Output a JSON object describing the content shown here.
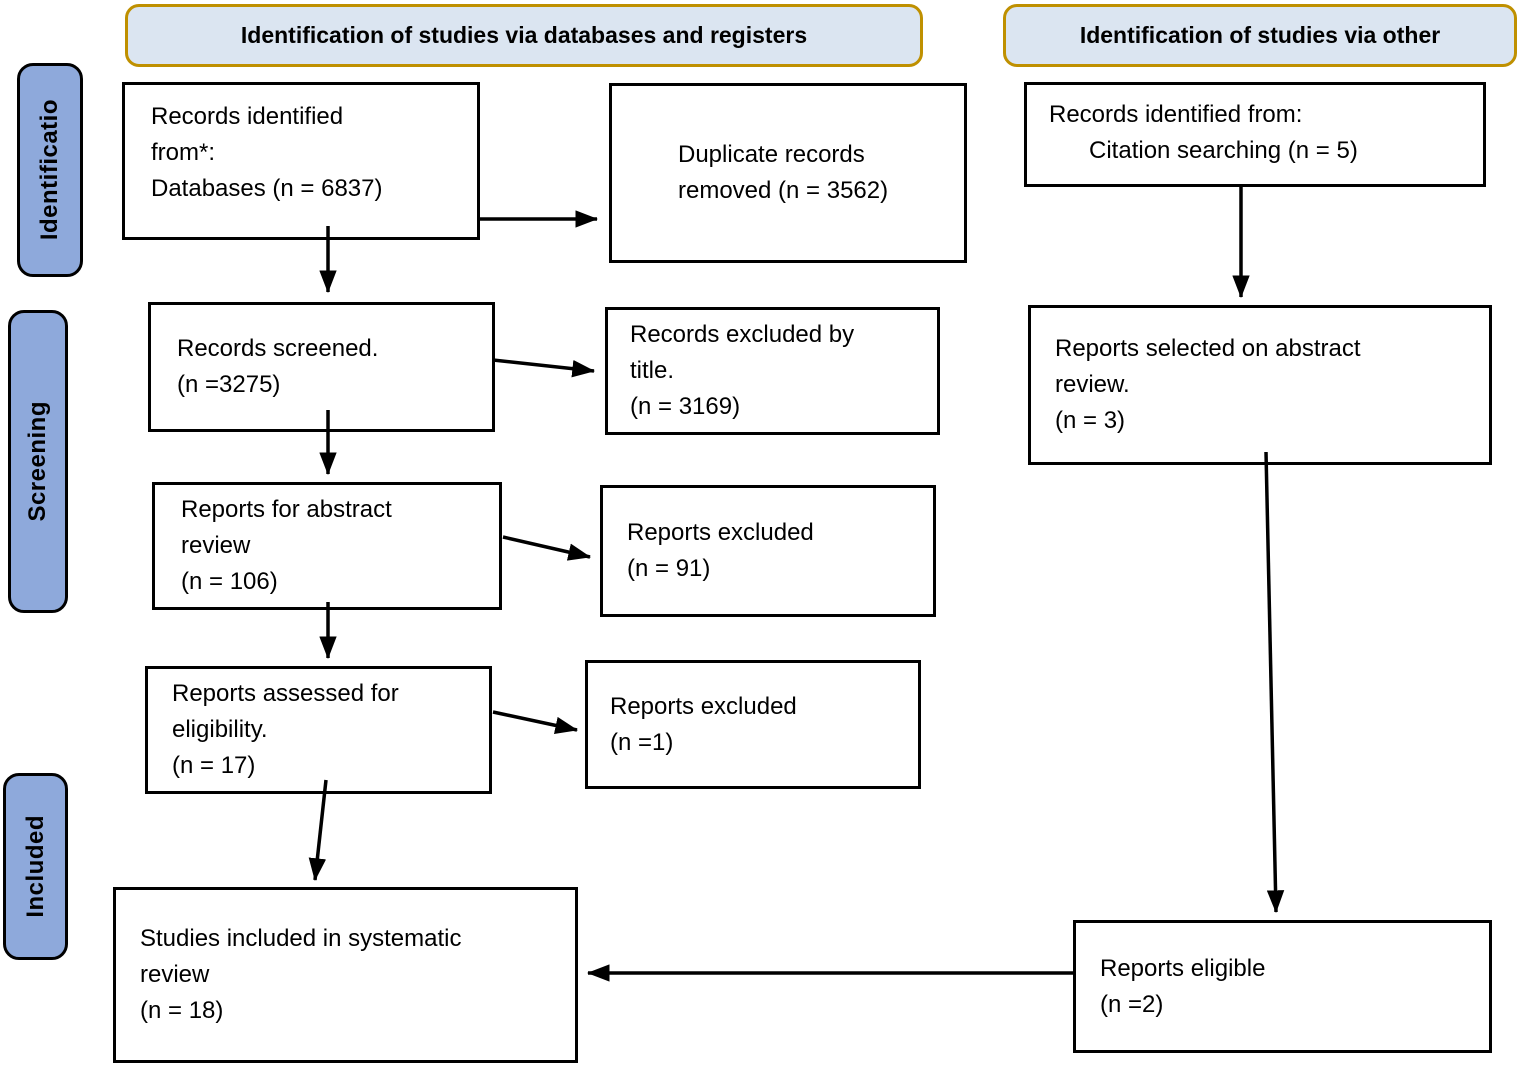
{
  "headers": {
    "databases": "Identification of studies via databases and registers",
    "other": "Identification of studies via other"
  },
  "sidebars": {
    "identification": "Identificatio",
    "screening": "Screening",
    "included": "Included"
  },
  "boxes": {
    "records_identified": "Records identified\nfrom*:\nDatabases (n = 6837)",
    "duplicates_removed": "Duplicate records\nremoved (n = 3562)",
    "records_screened": "Records screened.\n(n =3275)",
    "records_excluded_by_title": "Records excluded by\ntitle.\n(n = 3169)",
    "reports_for_abstract_review": "Reports for abstract\nreview\n(n = 106)",
    "reports_excluded_91": "Reports excluded\n(n = 91)",
    "reports_assessed_eligibility": "Reports assessed for\neligibility.\n(n = 17)",
    "reports_excluded_1": "Reports excluded\n(n =1)",
    "studies_included": "Studies included in systematic\nreview\n(n = 18)",
    "citation_searching": "Records identified from:\n      Citation searching (n = 5)",
    "reports_selected_abstract": "Reports selected on abstract\nreview.\n(n = 3)",
    "reports_eligible": "Reports eligible\n(n =2)"
  },
  "colors": {
    "background": "#FFFFFF",
    "header_fill": "#DBE5F1",
    "header_border": "#BF9000",
    "sidebar_fill": "#8EA9DB",
    "box_border": "#000000",
    "arrow": "#000000",
    "text": "#000000"
  }
}
